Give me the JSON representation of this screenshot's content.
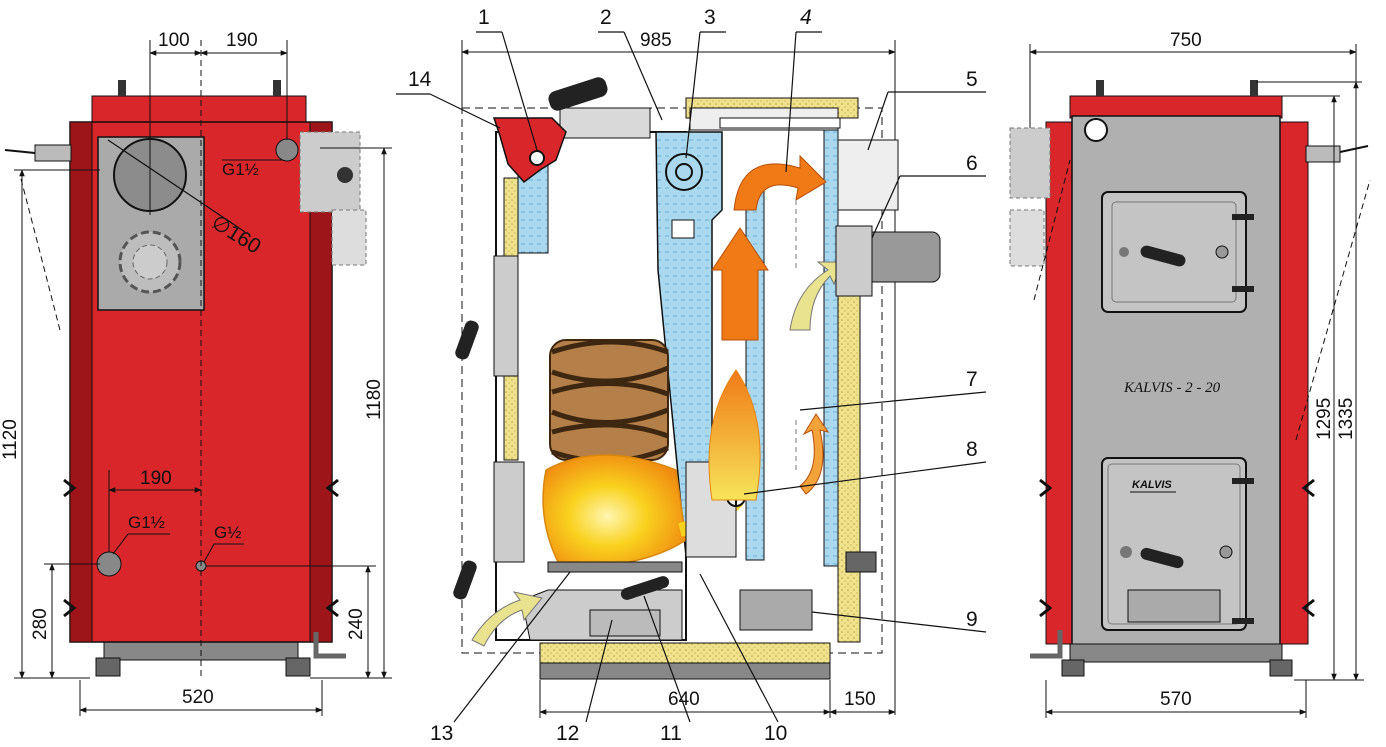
{
  "colors": {
    "body_red": "#d8262a",
    "body_dark_red": "#9d1519",
    "panel_grey": "#a9a9a9",
    "insulation_yellow": "#f0e28c",
    "water_blue": "#9fd4ec",
    "flame_orange": "#f07a16",
    "flame_yellow": "#f7cf1e",
    "wood_brown": "#7a4e24",
    "line": "#111111"
  },
  "back_view": {
    "dims": {
      "top_left": "100",
      "top_right": "190",
      "height_left": "1120",
      "height_right": "1180",
      "inner_width": "190",
      "bottom_left": "280",
      "bottom_right": "240",
      "width": "520"
    },
    "labels": {
      "flue_diameter": "∅160",
      "thread_top": "G1½",
      "thread_bottom_left": "G1½",
      "thread_bottom_right": "G½"
    }
  },
  "section_view": {
    "dims": {
      "depth_total": "985",
      "base_width": "640",
      "rear_offset": "150"
    },
    "callouts": [
      "1",
      "2",
      "3",
      "4",
      "5",
      "6",
      "7",
      "8",
      "9",
      "10",
      "11",
      "12",
      "13",
      "14"
    ]
  },
  "front_view": {
    "dims": {
      "width_top": "750",
      "height_inner": "1295",
      "height_outer": "1335",
      "width_bottom": "570"
    },
    "model_label": "KALVIS - 2 - 20",
    "brand_badge": "KALVIS"
  }
}
